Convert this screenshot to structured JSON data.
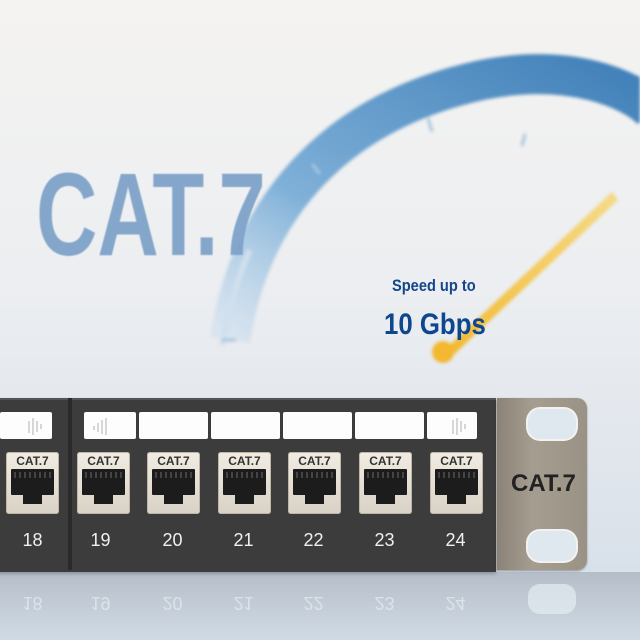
{
  "hero": {
    "title": "CAT.7",
    "speed_label": "Speed up to",
    "speed_value": "10 Gbps"
  },
  "panel": {
    "port_label": "CAT.7",
    "ear_label": "CAT.7",
    "ports": [
      {
        "number": "18",
        "label": "CAT.7"
      },
      {
        "number": "19",
        "label": "CAT.7"
      },
      {
        "number": "20",
        "label": "CAT.7"
      },
      {
        "number": "21",
        "label": "CAT.7"
      },
      {
        "number": "22",
        "label": "CAT.7"
      },
      {
        "number": "23",
        "label": "CAT.7"
      },
      {
        "number": "24",
        "label": "CAT.7"
      }
    ]
  },
  "colors": {
    "title": "#7fa3c9",
    "speed_text": "#0e4690",
    "gauge_arc": "#4e8cc2",
    "needle": "#f5c03a",
    "panel": "#3c3c3c",
    "ear": "#a59d90"
  }
}
